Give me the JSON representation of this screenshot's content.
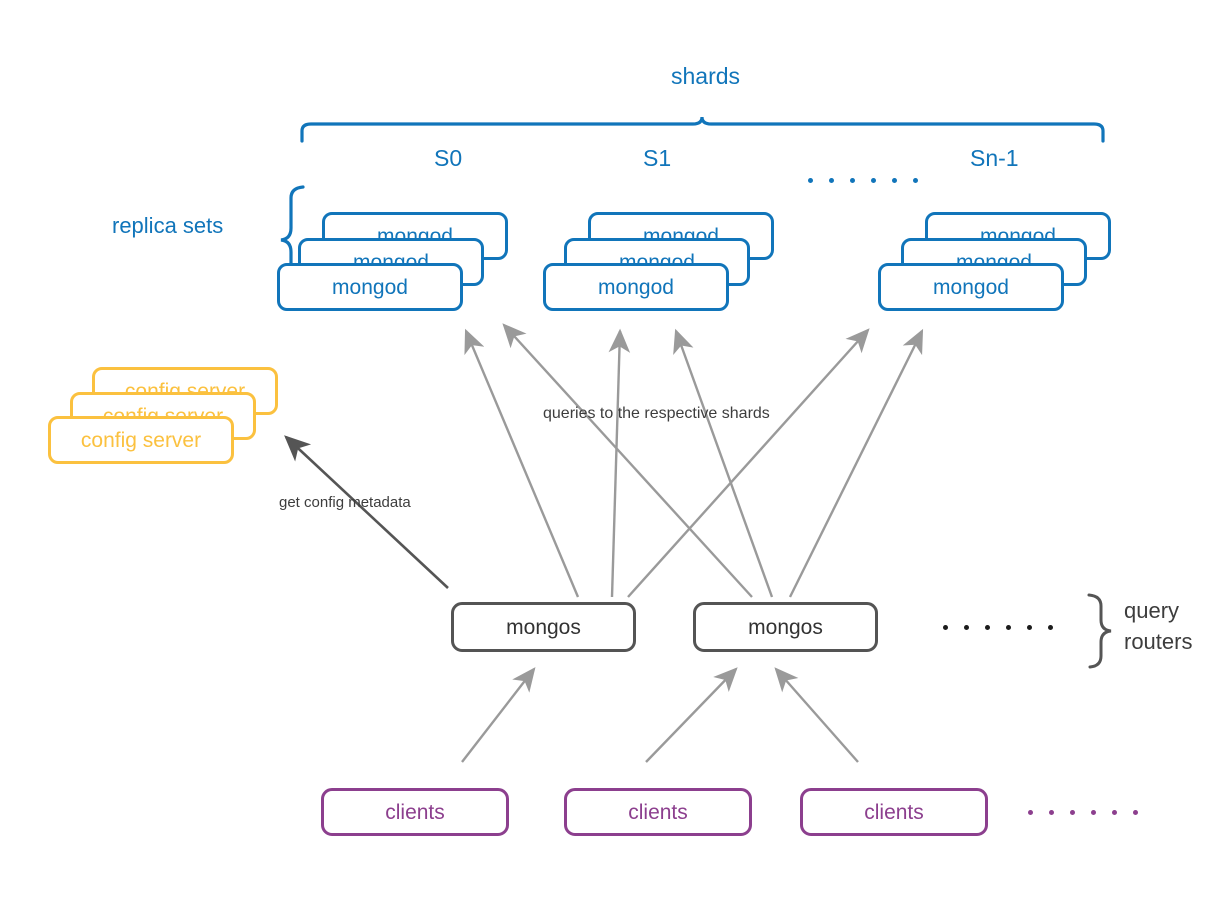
{
  "diagram": {
    "title": "MongoDB sharded cluster architecture",
    "colors": {
      "shard_blue": "#1175ba",
      "config_amber": "#fbc13f",
      "mongos_gray": "#545454",
      "clients_purple": "#8c3f8e",
      "arrow_gray": "#9a9a9a",
      "metadata_arrow_gray": "#555555",
      "background": "#ffffff"
    }
  },
  "shards": {
    "group_label": "shards",
    "replica_sets_label": "replica sets",
    "columns": [
      {
        "name": "S0",
        "node_label": "mongod",
        "replicas": 3
      },
      {
        "name": "S1",
        "node_label": "mongod",
        "replicas": 3
      },
      {
        "name": "Sn-1",
        "node_label": "mongod",
        "replicas": 3
      }
    ],
    "ellipsis": "......"
  },
  "config_servers": {
    "node_label": "config server",
    "count": 3
  },
  "edges": {
    "queries_label": "queries to the respective shards",
    "metadata_label": "get config metadata"
  },
  "query_routers": {
    "group_label_line1": "query",
    "group_label_line2": "routers",
    "nodes": [
      {
        "label": "mongos"
      },
      {
        "label": "mongos"
      }
    ],
    "ellipsis": "......"
  },
  "clients": {
    "nodes": [
      {
        "label": "clients"
      },
      {
        "label": "clients"
      },
      {
        "label": "clients"
      }
    ],
    "ellipsis": "......"
  }
}
